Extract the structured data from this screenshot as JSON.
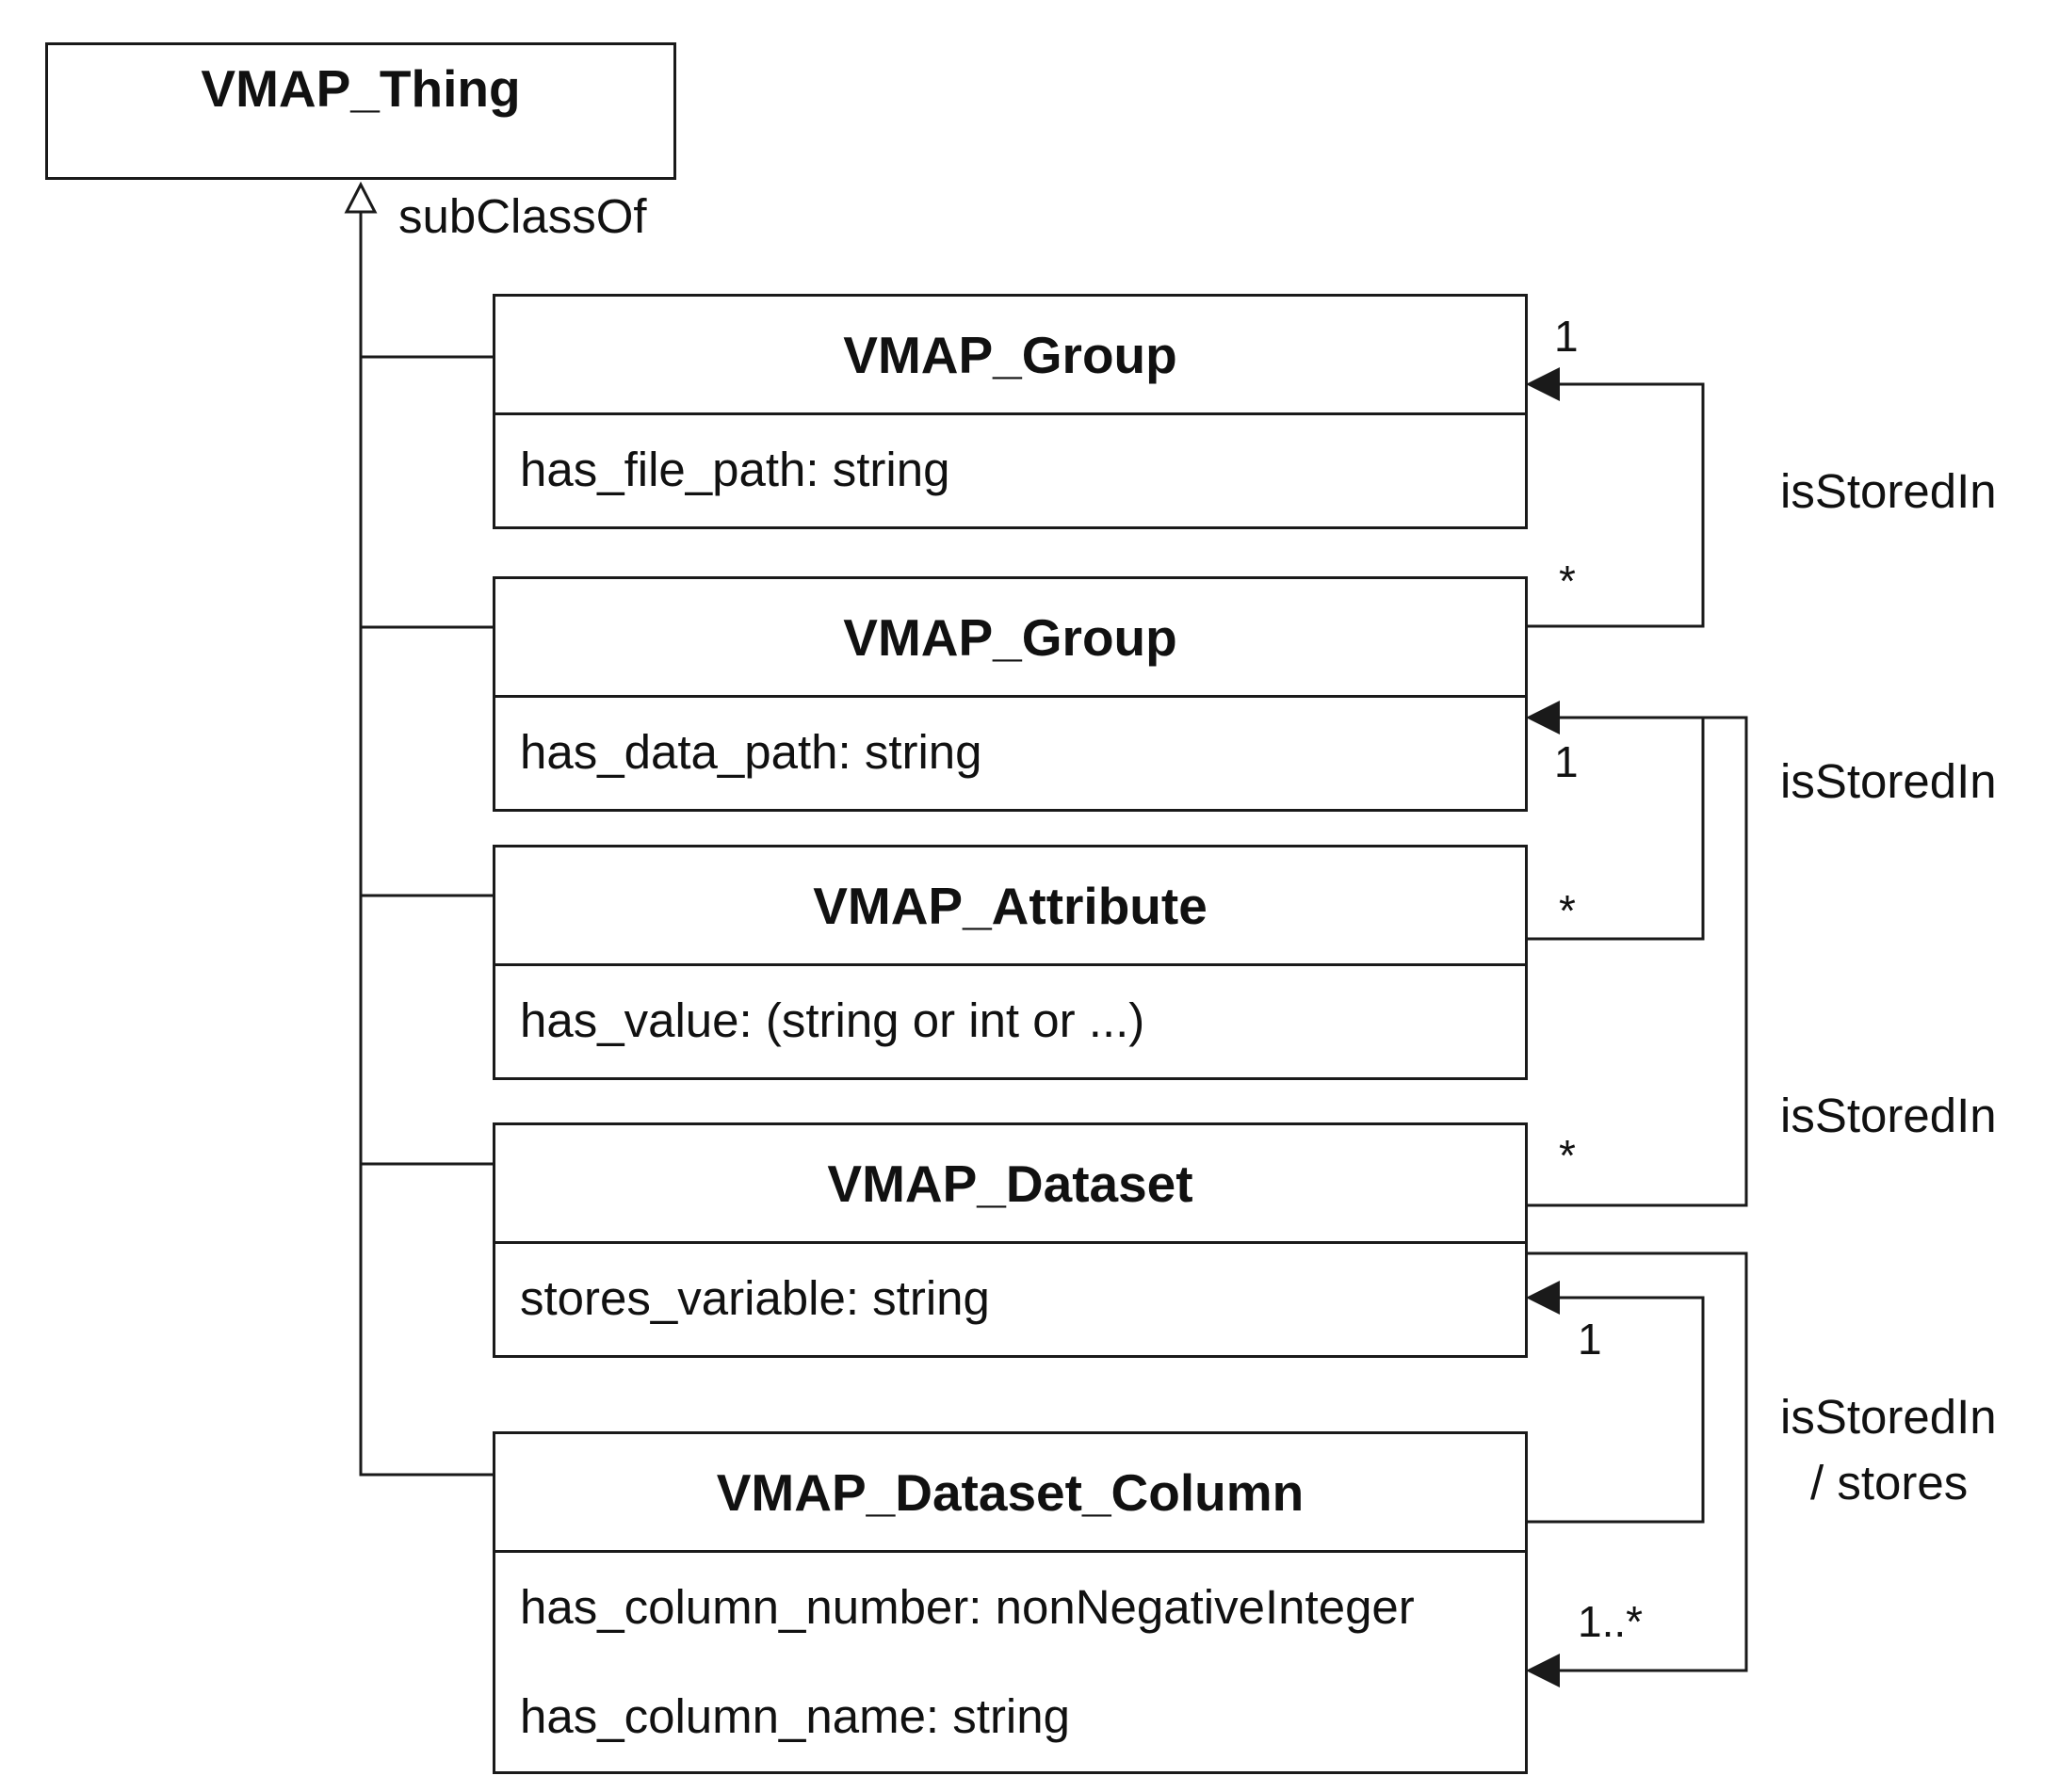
{
  "classes": {
    "thing": {
      "name": "VMAP_Thing"
    },
    "group_file": {
      "name": "VMAP_Group",
      "attribute": "has_file_path: string"
    },
    "group_data": {
      "name": "VMAP_Group",
      "attribute": "has_data_path: string"
    },
    "attribute": {
      "name": "VMAP_Attribute",
      "attribute": "has_value: (string or int or ...)"
    },
    "dataset": {
      "name": "VMAP_Dataset",
      "attribute": "stores_variable: string"
    },
    "dataset_column": {
      "name": "VMAP_Dataset_Column",
      "attributes": [
        "has_column_number: nonNegativeInteger",
        "has_column_name: string"
      ]
    }
  },
  "relations": {
    "subclass_label": "subClassOf",
    "stored_in_1": "isStoredIn",
    "stored_in_2": "isStoredIn",
    "stored_in_3": "isStoredIn",
    "stored_in_4_line1": "isStoredIn",
    "stored_in_4_line2": "/ stores"
  },
  "multiplicities": {
    "group_file_one": "1",
    "group_data_many": "*",
    "group_data_one": "1",
    "attribute_many": "*",
    "dataset_many": "*",
    "dataset_one": "1",
    "column_many": "1..*"
  },
  "colors": {
    "line": "#1a1a1a",
    "background": "#ffffff"
  }
}
